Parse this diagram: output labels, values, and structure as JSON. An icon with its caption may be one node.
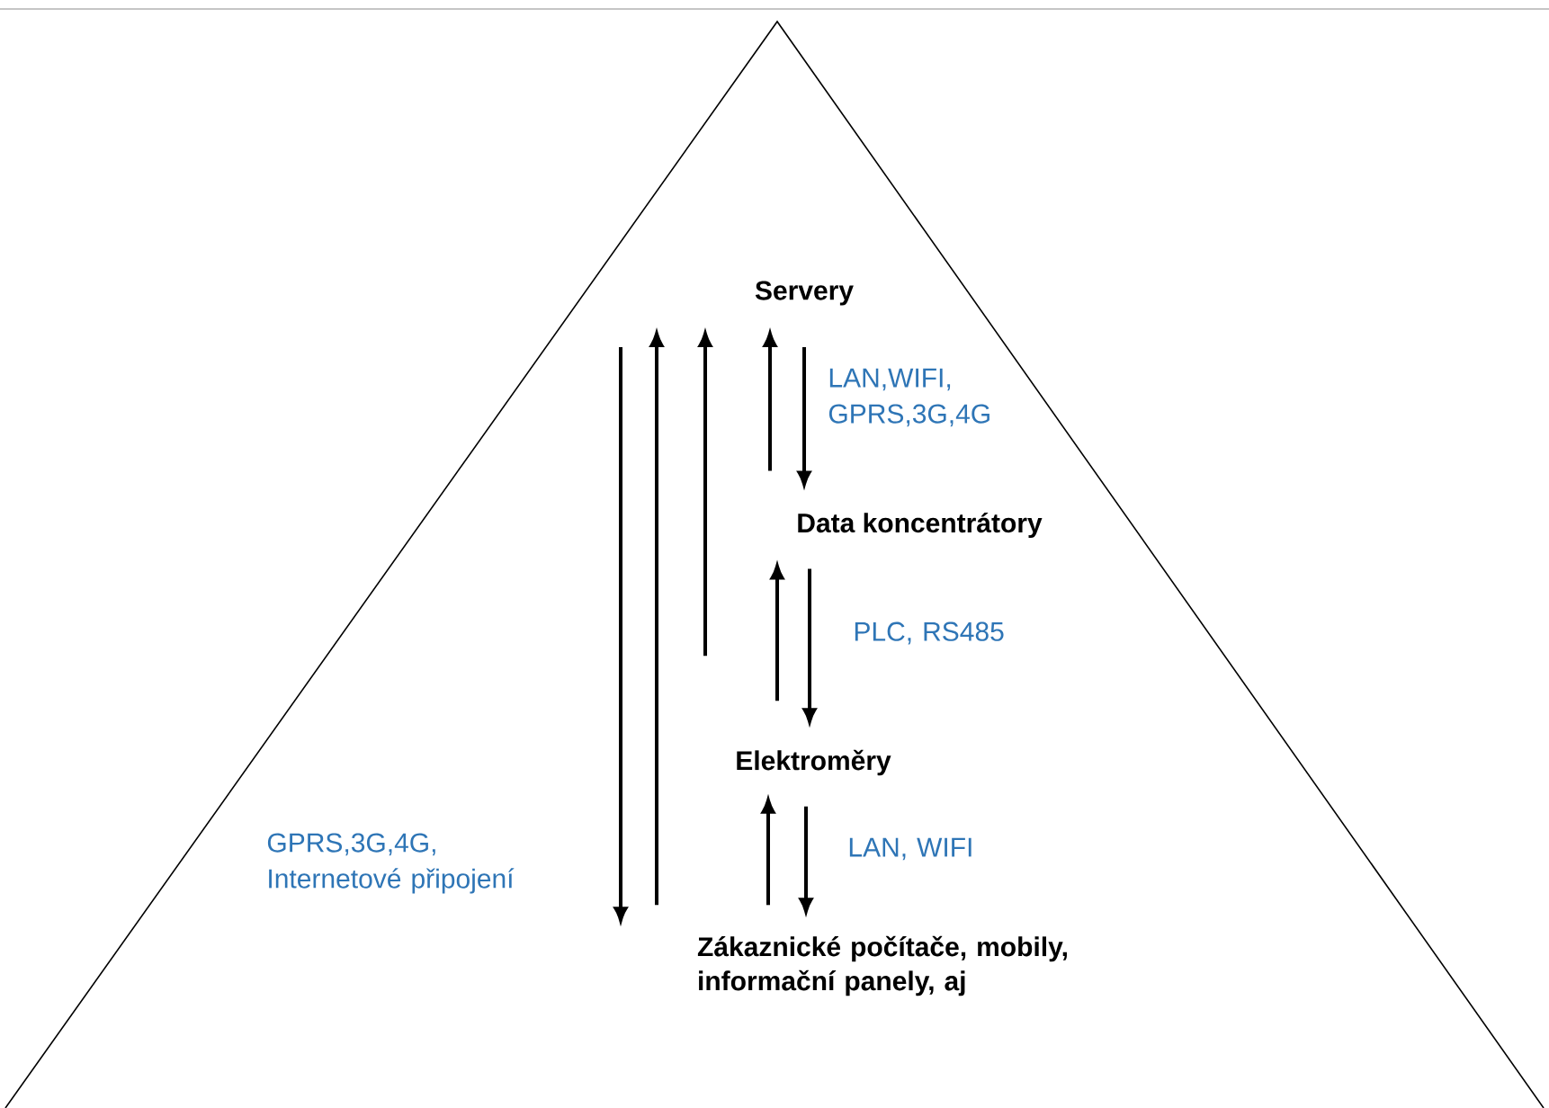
{
  "diagram": {
    "nodes": [
      {
        "text": [
          "Servery"
        ]
      },
      {
        "text": [
          "Data koncentrátory"
        ]
      },
      {
        "text": [
          "Elektroměry"
        ]
      },
      {
        "text": [
          "Zákaznické počítače, mobily, informační panely, aj"
        ]
      }
    ],
    "edges": [
      {
        "from": 1,
        "to": 0,
        "arrow": "to"
      },
      {
        "from": 0,
        "to": 1,
        "arrow": "to",
        "label": "LAN,WIFI, GPRS,3G,4G"
      },
      {
        "from": 2,
        "to": 1,
        "arrow": "to"
      },
      {
        "from": 1,
        "to": 2,
        "arrow": "to",
        "label": "PLC, RS485"
      },
      {
        "from": 3,
        "to": 2,
        "arrow": "to"
      },
      {
        "from": 2,
        "to": 3,
        "arrow": "to",
        "label": "LAN, WIFI"
      },
      {
        "from": 0,
        "to": 3,
        "arrow": "to",
        "label": "GPRS,3G,4G, Internetové připojení"
      },
      {
        "from": 3,
        "to": 0,
        "arrow": "to"
      },
      {
        "from": 2,
        "to": 0,
        "arrow": "to"
      }
    ]
  }
}
